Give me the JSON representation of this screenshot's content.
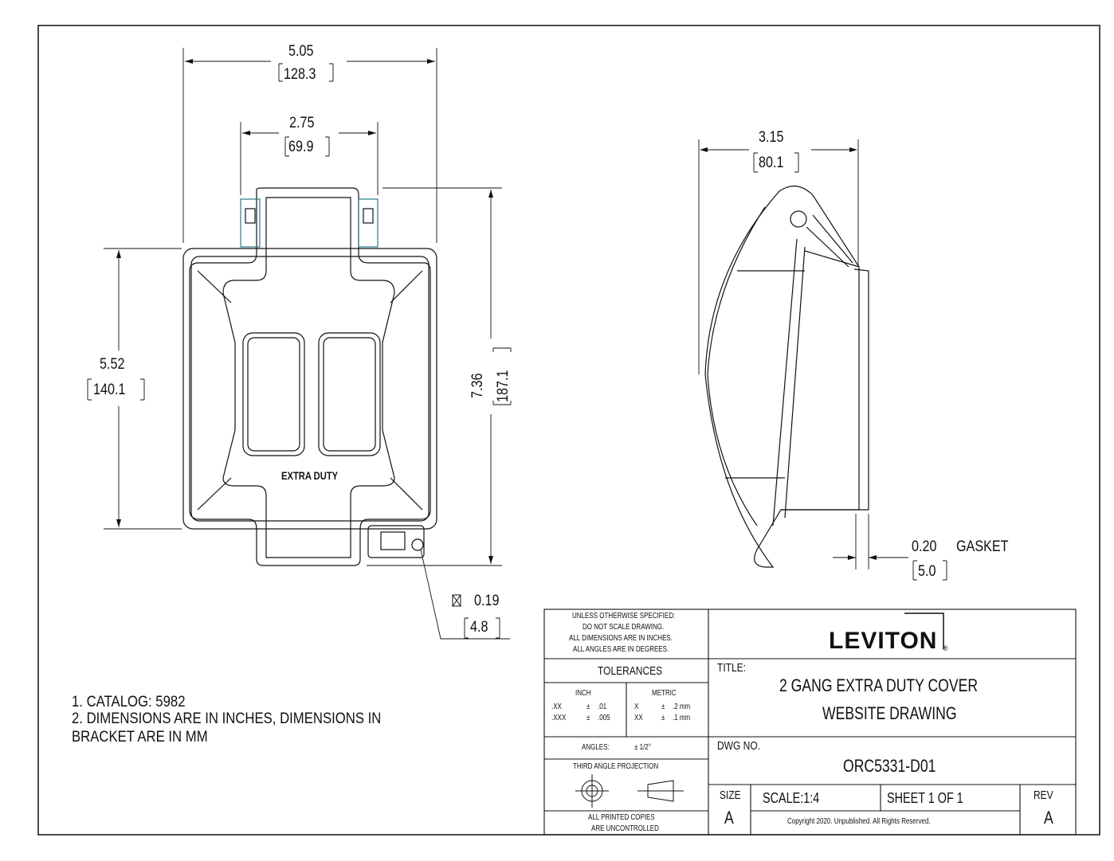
{
  "front_view": {
    "overall_width": {
      "in": "5.05",
      "mm": "128.3"
    },
    "center_width": {
      "in": "2.75",
      "mm": "69.9"
    },
    "plate_height": {
      "in": "5.52",
      "mm": "140.1"
    },
    "overall_height": {
      "in": "7.36",
      "mm": "187.1"
    },
    "lock_hole": {
      "in": "0.19",
      "mm": "4.8"
    },
    "embossed_label": "EXTRA DUTY"
  },
  "side_view": {
    "depth": {
      "in": "3.15",
      "mm": "80.1"
    },
    "gasket": {
      "in": "0.20",
      "mm": "5.0",
      "label": "GASKET"
    }
  },
  "notes": [
    "1. CATALOG: 5982",
    "2. DIMENSIONS ARE IN INCHES, DIMENSIONS IN",
    "BRACKET ARE IN MM"
  ],
  "title_block": {
    "general": [
      "UNLESS OTHERWISE SPECIFIED:",
      "DO NOT SCALE DRAWING.",
      "ALL DIMENSIONS ARE IN INCHES.",
      "ALL ANGLES ARE IN DEGREES."
    ],
    "tolerances_label": "TOLERANCES",
    "inch": {
      "label": "INCH",
      "rows": [
        [
          ".XX",
          "±",
          ".01"
        ],
        [
          ".XXX",
          "±",
          ".005"
        ]
      ]
    },
    "metric": {
      "label": "METRIC",
      "rows": [
        [
          "X",
          "±",
          ".2 mm"
        ],
        [
          "XX",
          "±",
          ".1 mm"
        ]
      ]
    },
    "angles_label": "ANGLES:",
    "angles_value": "± 1/2°",
    "projection": "THIRD ANGLE PROJECTION",
    "printed": [
      "ALL PRINTED COPIES",
      "ARE UNCONTROLLED"
    ],
    "company": "LEVITON",
    "title_label": "TITLE:",
    "title_lines": [
      "2 GANG EXTRA DUTY COVER",
      "WEBSITE DRAWING"
    ],
    "dwg_label": "DWG NO.",
    "dwg_no": "ORC5331-D01",
    "size_label": "SIZE",
    "size": "A",
    "scale": "SCALE:1:4",
    "sheet": "SHEET 1 OF 1",
    "rev_label": "REV",
    "rev": "A",
    "copyright": "Copyright 2020. Unpublished. All Rights Reserved."
  }
}
